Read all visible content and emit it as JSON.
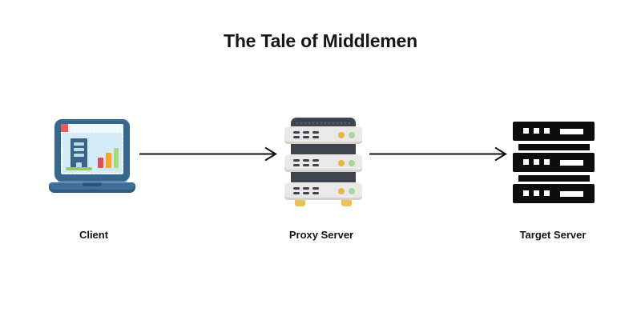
{
  "title": "The Tale of Middlemen",
  "nodes": [
    {
      "label": "Client",
      "icon": "laptop-icon"
    },
    {
      "label": "Proxy Server",
      "icon": "server-rack-icon"
    },
    {
      "label": "Target Server",
      "icon": "server-stack-icon"
    }
  ],
  "connections": [
    {
      "from": "Client",
      "to": "Proxy Server"
    },
    {
      "from": "Proxy Server",
      "to": "Target Server"
    }
  ],
  "colors": {
    "background": "#ffffff",
    "text": "#161616",
    "arrow": "#111111",
    "laptop_frame": "#38678e",
    "laptop_base": "#3e6f9a",
    "screen_bg": "#d5ecf8",
    "accent_red": "#e15f63",
    "bar_red": "#d9515b",
    "bar_orange": "#f4a736",
    "bar_green": "#a5da80",
    "building_blue": "#3c6285",
    "grass_green": "#92cb6b",
    "server_dark": "#3e4551",
    "server_tray": "#eae9e7",
    "led_yellow": "#e7b54a",
    "led_green": "#a6d6a1",
    "feet_yellow": "#e9c257",
    "target_black": "#0d0d0d"
  }
}
